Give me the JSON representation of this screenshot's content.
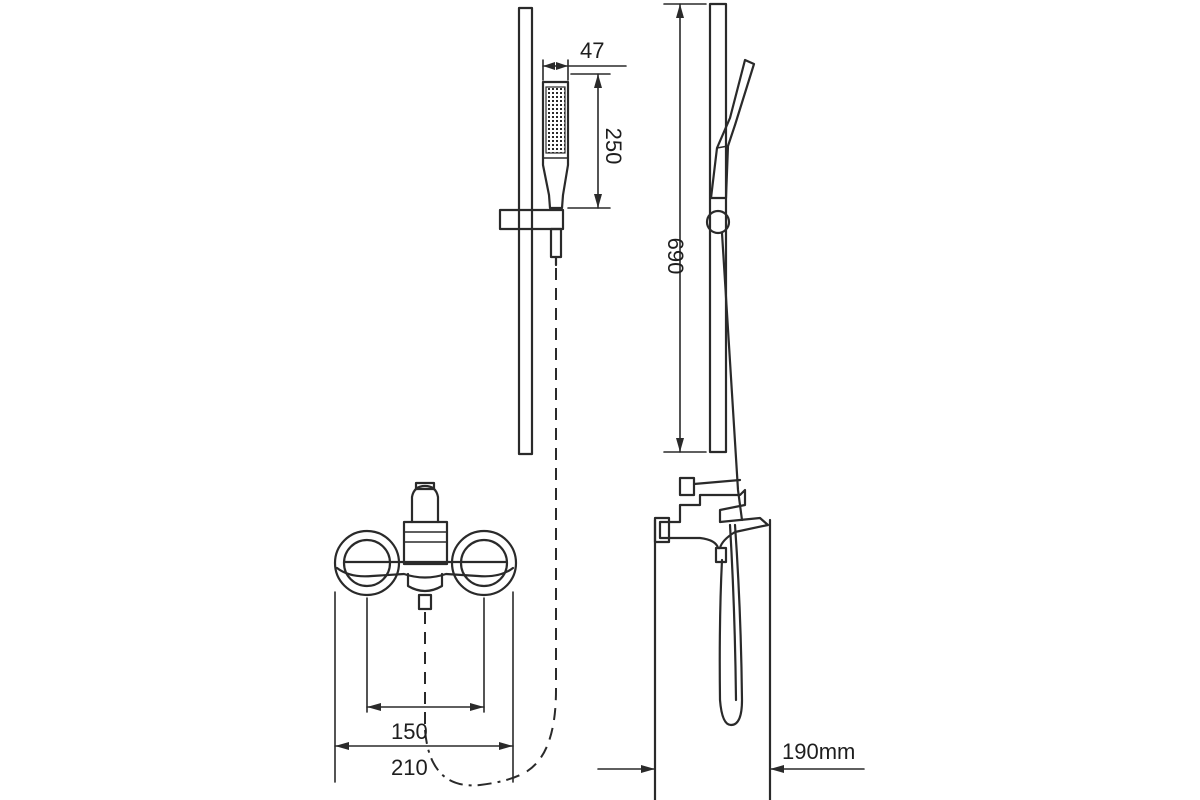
{
  "dimensions": {
    "handshower_width": "47",
    "handshower_length": "250",
    "rail_height": "690",
    "mixer_centers": "150",
    "mixer_width": "210",
    "wall_projection": "190mm"
  },
  "colors": {
    "line": "#2a2a2a",
    "background": "#ffffff"
  }
}
